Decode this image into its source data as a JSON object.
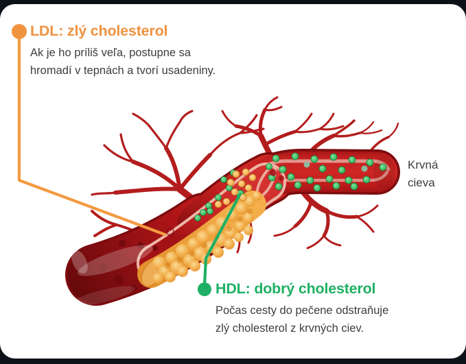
{
  "colors": {
    "page_background": "#0d1218",
    "card_background": "#ffffff",
    "text": "#3d3d3d",
    "ldl_accent": "#ef9340",
    "hdl_accent": "#1fb065",
    "artery_red": "#c42120",
    "artery_outline": "#7d0c0e",
    "artery_maroon": "#8f1013",
    "branch_red": "#b31d1d",
    "inner_wall_pink": "#eeb5a6",
    "lumen_red": "#c62321",
    "plaque_orange": "#eda03d",
    "plaque_light": "#f8d08a",
    "plaque_dark": "#d8871f",
    "hdl_dot_green": "#2eb84f",
    "ldl_dot_orange": "#f2a33c",
    "vessel_streak": "#e9a89f"
  },
  "ldl_callout": {
    "title": "LDL: zlý cholesterol",
    "line1": "Ak je ho príliš veľa, postupne sa",
    "line2": "hromadí v tepnách a tvorí usadeniny."
  },
  "hdl_callout": {
    "title": "HDL: dobrý cholesterol",
    "line1": "Počas cesty do pečene odstraňuje",
    "line2": "zlý cholesterol z krvných ciev."
  },
  "vessel_label": {
    "line1": "Krvná",
    "line2": "cieva"
  },
  "illustration": {
    "name": "artery-cross-section-with-plaque",
    "ldl_marker": "orange-dot",
    "hdl_marker": "green-dot"
  }
}
